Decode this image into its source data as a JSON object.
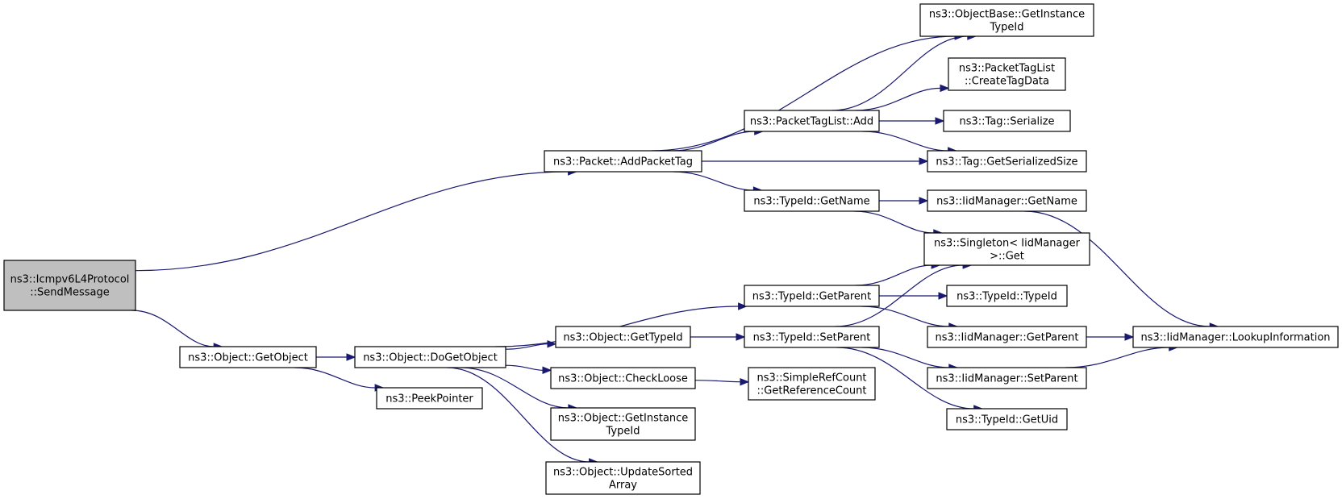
{
  "nodes": [
    {
      "id": "root",
      "lines": [
        "ns3::Icmpv6L4Protocol",
        "::SendMessage"
      ],
      "root": true
    },
    {
      "id": "addPacketTag",
      "lines": [
        "ns3::Packet::AddPacketTag"
      ]
    },
    {
      "id": "getObject",
      "lines": [
        "ns3::Object::GetObject"
      ]
    },
    {
      "id": "peekPointer",
      "lines": [
        "ns3::PeekPointer"
      ]
    },
    {
      "id": "doGetObject",
      "lines": [
        "ns3::Object::DoGetObject"
      ]
    },
    {
      "id": "objGetTypeId",
      "lines": [
        "ns3::Object::GetTypeId"
      ]
    },
    {
      "id": "checkLoose",
      "lines": [
        "ns3::Object::CheckLoose"
      ]
    },
    {
      "id": "objGetInstanceTypeId",
      "lines": [
        "ns3::Object::GetInstance",
        "TypeId"
      ]
    },
    {
      "id": "updateSortedArray",
      "lines": [
        "ns3::Object::UpdateSorted",
        "Array"
      ]
    },
    {
      "id": "tagListAdd",
      "lines": [
        "ns3::PacketTagList::Add"
      ]
    },
    {
      "id": "typeIdGetName",
      "lines": [
        "ns3::TypeId::GetName"
      ]
    },
    {
      "id": "typeIdGetParent",
      "lines": [
        "ns3::TypeId::GetParent"
      ]
    },
    {
      "id": "typeIdSetParent",
      "lines": [
        "ns3::TypeId::SetParent"
      ]
    },
    {
      "id": "getReferenceCount",
      "lines": [
        "ns3::SimpleRefCount",
        "::GetReferenceCount"
      ]
    },
    {
      "id": "objBaseGetInstanceTypeId",
      "lines": [
        "ns3::ObjectBase::GetInstance",
        "TypeId"
      ]
    },
    {
      "id": "createTagData",
      "lines": [
        "ns3::PacketTagList",
        "::CreateTagData"
      ]
    },
    {
      "id": "tagSerialize",
      "lines": [
        "ns3::Tag::Serialize"
      ]
    },
    {
      "id": "tagGetSerializedSize",
      "lines": [
        "ns3::Tag::GetSerializedSize"
      ]
    },
    {
      "id": "iidGetName",
      "lines": [
        "ns3::IidManager::GetName"
      ]
    },
    {
      "id": "singletonGet",
      "lines": [
        "ns3::Singleton< IidManager",
        ">::Get"
      ]
    },
    {
      "id": "typeIdCtor",
      "lines": [
        "ns3::TypeId::TypeId"
      ]
    },
    {
      "id": "iidGetParent",
      "lines": [
        "ns3::IidManager::GetParent"
      ]
    },
    {
      "id": "iidSetParent",
      "lines": [
        "ns3::IidManager::SetParent"
      ]
    },
    {
      "id": "getUid",
      "lines": [
        "ns3::TypeId::GetUid"
      ]
    },
    {
      "id": "lookupInformation",
      "lines": [
        "ns3::IidManager::LookupInformation"
      ]
    }
  ],
  "edges": [
    [
      "root",
      "addPacketTag"
    ],
    [
      "root",
      "getObject"
    ],
    [
      "getObject",
      "doGetObject"
    ],
    [
      "getObject",
      "peekPointer"
    ],
    [
      "doGetObject",
      "typeIdGetParent"
    ],
    [
      "doGetObject",
      "objGetTypeId"
    ],
    [
      "doGetObject",
      "checkLoose"
    ],
    [
      "doGetObject",
      "objGetInstanceTypeId"
    ],
    [
      "doGetObject",
      "updateSortedArray"
    ],
    [
      "objGetTypeId",
      "typeIdSetParent"
    ],
    [
      "checkLoose",
      "getReferenceCount"
    ],
    [
      "addPacketTag",
      "objBaseGetInstanceTypeId"
    ],
    [
      "addPacketTag",
      "tagListAdd"
    ],
    [
      "addPacketTag",
      "tagGetSerializedSize"
    ],
    [
      "addPacketTag",
      "typeIdGetName"
    ],
    [
      "tagListAdd",
      "objBaseGetInstanceTypeId"
    ],
    [
      "tagListAdd",
      "createTagData"
    ],
    [
      "tagListAdd",
      "tagSerialize"
    ],
    [
      "tagListAdd",
      "tagGetSerializedSize"
    ],
    [
      "typeIdGetName",
      "iidGetName"
    ],
    [
      "typeIdGetName",
      "singletonGet"
    ],
    [
      "iidGetName",
      "lookupInformation"
    ],
    [
      "typeIdGetParent",
      "singletonGet"
    ],
    [
      "typeIdGetParent",
      "typeIdCtor"
    ],
    [
      "typeIdGetParent",
      "iidGetParent"
    ],
    [
      "typeIdSetParent",
      "singletonGet"
    ],
    [
      "typeIdSetParent",
      "iidSetParent"
    ],
    [
      "typeIdSetParent",
      "getUid"
    ],
    [
      "iidGetParent",
      "lookupInformation"
    ],
    [
      "iidSetParent",
      "lookupInformation"
    ]
  ]
}
